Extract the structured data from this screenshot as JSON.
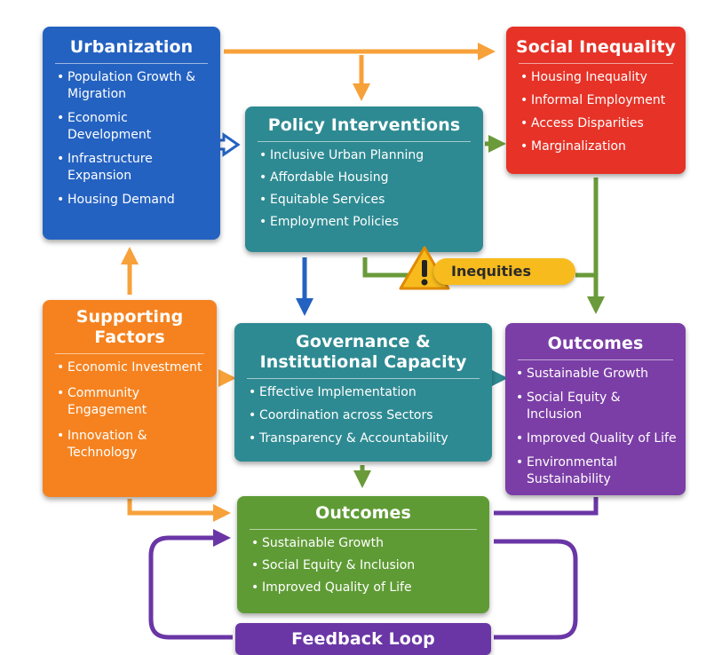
{
  "urbanization": {
    "title": "Urbanization",
    "color": "#2462c1",
    "items": [
      "Population Growth & Migration",
      "Economic Development",
      "Infrastructure Expansion",
      "Housing Demand"
    ]
  },
  "social_inequality": {
    "title": "Social Inequality",
    "color": "#e63227",
    "items": [
      "Housing Inequality",
      "Informal Employment",
      "Access Disparities",
      "Marginalization"
    ]
  },
  "policy_interventions": {
    "title": "Policy Interventions",
    "color": "#2e8a92",
    "items": [
      "Inclusive Urban Planning",
      "Affordable Housing",
      "Equitable Services",
      "Employment Policies"
    ]
  },
  "supporting_factors": {
    "title": "Supporting Factors",
    "color": "#f5821f",
    "items": [
      "Economic Investment",
      "Community Engagement",
      "Innovation & Technology"
    ]
  },
  "governance": {
    "title": "Governance & Institutional Capacity",
    "color": "#2e8a92",
    "items": [
      "Effective Implementation",
      "Coordination across Sectors",
      "Transparency & Accountability"
    ]
  },
  "outcomes_right": {
    "title": "Outcomes",
    "color": "#7b3ea6",
    "items": [
      "Sustainable Growth",
      "Social Equity & Inclusion",
      "Improved Quality of Life",
      "Environmental Sustainability"
    ]
  },
  "outcomes_bottom": {
    "title": "Outcomes",
    "color": "#5f9b35",
    "items": [
      "Sustainable Growth",
      "Social Equity & Inclusion",
      "Improved Quality of Life"
    ]
  },
  "feedback_loop": {
    "title": "Feedback Loop",
    "color": "#6a36a6"
  },
  "inequities": {
    "label": "Inequities",
    "icon": "warning-icon",
    "color": "#f7bb1d"
  }
}
